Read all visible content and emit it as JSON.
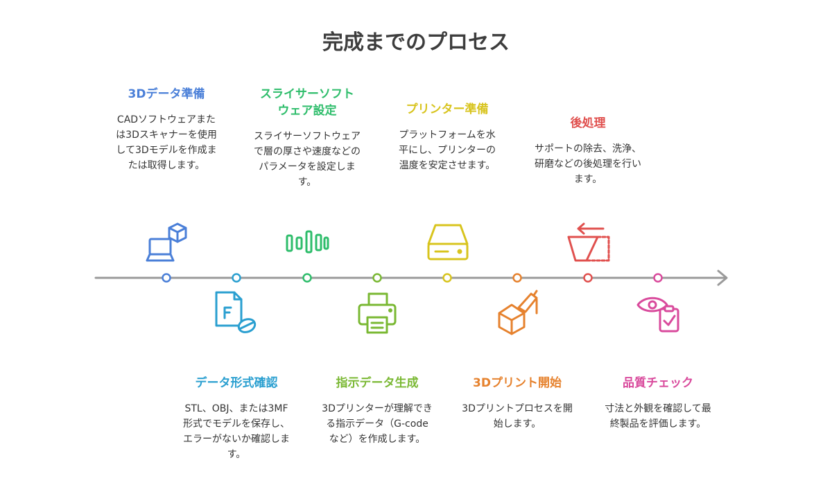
{
  "title": "完成までのプロセス",
  "steps": [
    {
      "title": "3Dデータ準備",
      "desc": "CADソフトウェアまたは3Dスキャナーを使用して3Dモデルを作成または取得します。",
      "color": "#4a7fd8"
    },
    {
      "title": "データ形式確認",
      "desc": "STL、OBJ、または3MF形式でモデルを保存し、エラーがないか確認します。",
      "color": "#2a9fd0"
    },
    {
      "title": "スライサーソフトウェア設定",
      "desc": "スライサーソフトウェアで層の厚さや速度などのパラメータを設定します。",
      "color": "#2ebd6b"
    },
    {
      "title": "指示データ生成",
      "desc": "3Dプリンターが理解できる指示データ（G-codeなど）を作成します。",
      "color": "#7ab833"
    },
    {
      "title": "プリンター準備",
      "desc": "プラットフォームを水平にし、プリンターの温度を安定させます。",
      "color": "#d8c41e"
    },
    {
      "title": "3Dプリント開始",
      "desc": "3Dプリントプロセスを開始します。",
      "color": "#e6822e"
    },
    {
      "title": "後処理",
      "desc": "サポートの除去、洗浄、研磨などの後処理を行います。",
      "color": "#e0504e"
    },
    {
      "title": "品質チェック",
      "desc": "寸法と外観を確認して最終製品を評価します。",
      "color": "#d94a9c"
    }
  ],
  "axis_color": "#9a9a9a"
}
